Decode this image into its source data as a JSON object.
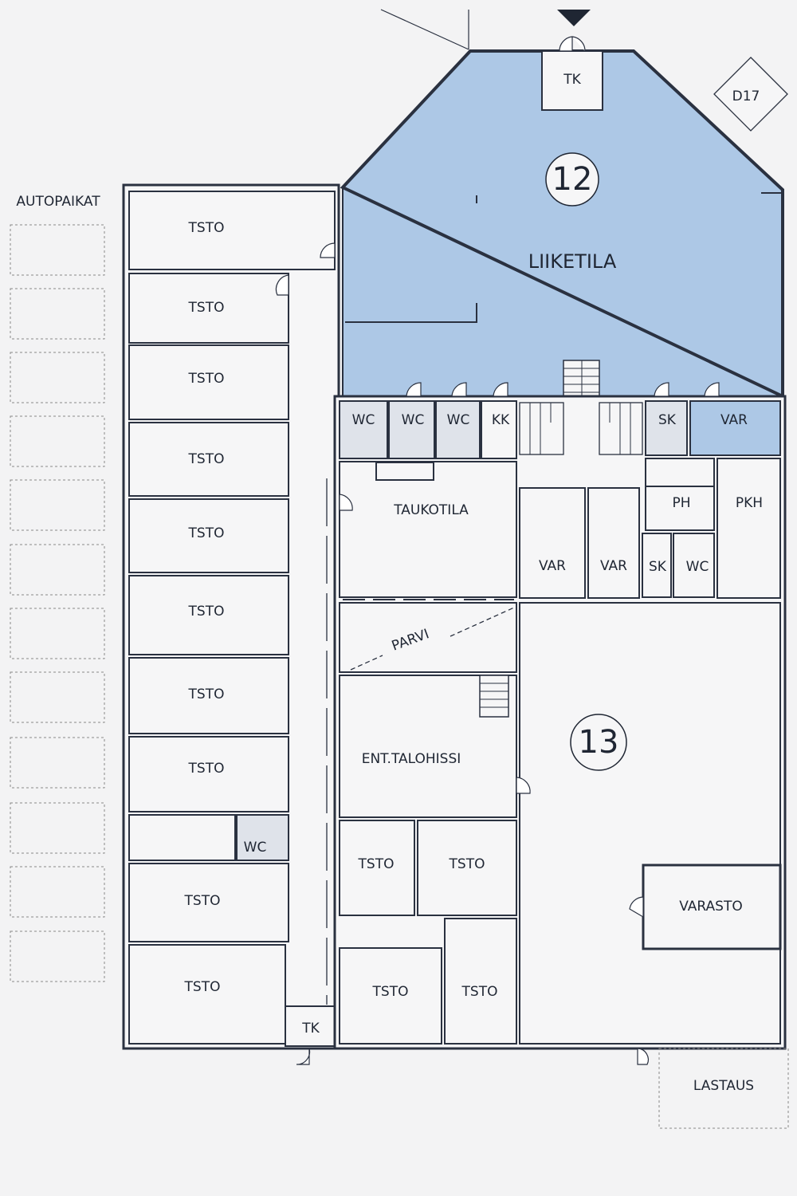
{
  "parking_label": "AUTOPAIKAT",
  "marker_d17": "D17",
  "loading_label": "LASTAUS",
  "unit12": {
    "number": "12",
    "name": "LIIKETILA",
    "color": "#adc8e6"
  },
  "unit13": {
    "number": "13"
  },
  "rooms": {
    "tk_top": "TK",
    "tk_bottom": "TK",
    "left_tsto": [
      "TSTO",
      "TSTO",
      "TSTO",
      "TSTO",
      "TSTO",
      "TSTO",
      "TSTO",
      "TSTO",
      "TSTO",
      "TSTO"
    ],
    "left_wc": "WC",
    "wc": [
      "WC",
      "WC",
      "WC"
    ],
    "kk": "KK",
    "sk1": "SK",
    "var_blue": "VAR",
    "taukotila": "TAUKOTILA",
    "var1": "VAR",
    "var2": "VAR",
    "ph": "PH",
    "pkh": "PKH",
    "sk2": "SK",
    "wc2": "WC",
    "parvi": "PARVI",
    "ent_talohissi": "ENT.TALOHISSI",
    "tsto_a": "TSTO",
    "tsto_b": "TSTO",
    "tsto_c": "TSTO",
    "tsto_d": "TSTO",
    "varasto": "VARASTO"
  }
}
